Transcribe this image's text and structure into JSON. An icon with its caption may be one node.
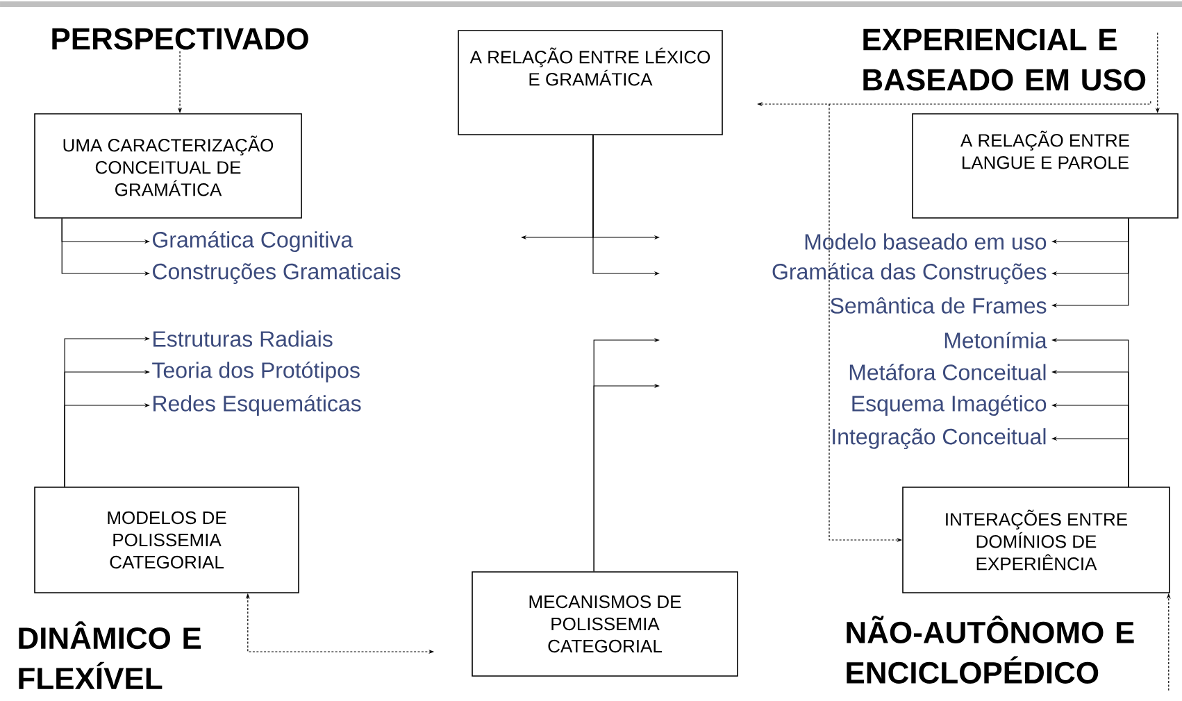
{
  "diagram": {
    "nodes": [
      {
        "text": [
          "PERSPECTIVADO"
        ]
      },
      {
        "text": [
          "UMA CARACTERIZAÇÃO CONCEITUAL DE GRAMÁTICA"
        ]
      },
      {
        "text": [
          "Gramática Cognitiva"
        ]
      },
      {
        "text": [
          "Construções Gramaticais"
        ]
      },
      {
        "text": [
          "A RELAÇÃO ENTRE LÉXICO E GRAMÁTICA"
        ]
      },
      {
        "text": [
          "EXPERIENCIAL E BASEADO EM USO"
        ]
      },
      {
        "text": [
          "A RELAÇÃO ENTRE LANGUE E PAROLE"
        ]
      },
      {
        "text": [
          "Modelo baseado em uso"
        ]
      },
      {
        "text": [
          "Gramática das Construções"
        ]
      },
      {
        "text": [
          "Semântica de Frames"
        ]
      },
      {
        "text": [
          "Estruturas Radiais"
        ]
      },
      {
        "text": [
          "Teoria dos Protótipos"
        ]
      },
      {
        "text": [
          "Redes Esquemáticas"
        ]
      },
      {
        "text": [
          "Metonímia"
        ]
      },
      {
        "text": [
          "Metáfora Conceitual"
        ]
      },
      {
        "text": [
          "Esquema Imagético"
        ]
      },
      {
        "text": [
          "Integração Conceitual"
        ]
      },
      {
        "text": [
          "MODELOS DE POLISSEMIA CATEGORIAL"
        ]
      },
      {
        "text": [
          "MECANISMOS DE POLISSEMIA CATEGORIAL"
        ]
      },
      {
        "text": [
          "INTERAÇÕES ENTRE DOMÍNIOS DE EXPERIÊNCIA"
        ]
      },
      {
        "text": [
          "DINÂMICO E FLEXÍVEL"
        ]
      },
      {
        "text": [
          "NÃO-AUTÔNOMO E ENCICLOPÉDICO"
        ]
      }
    ],
    "edges": [
      {
        "from": 0,
        "to": 1,
        "arrow": "to",
        "style": "dashed"
      },
      {
        "from": 1,
        "to": 2,
        "arrow": "to"
      },
      {
        "from": 1,
        "to": 3,
        "arrow": "to"
      },
      {
        "from": 4,
        "to": null,
        "arrow": "to"
      },
      {
        "from": 4,
        "to": null,
        "arrow": "to"
      },
      {
        "from": 4,
        "to": null,
        "arrow": "to"
      },
      {
        "from": 5,
        "to": 6,
        "arrow": "to",
        "style": "dashed"
      },
      {
        "from": 5,
        "to": null,
        "arrow": "to",
        "style": "dashed"
      },
      {
        "from": 5,
        "to": 19,
        "arrow": "to",
        "style": "dashed"
      },
      {
        "from": 6,
        "to": 7,
        "arrow": "to"
      },
      {
        "from": 6,
        "to": 8,
        "arrow": "to"
      },
      {
        "from": 6,
        "to": 9,
        "arrow": "to"
      },
      {
        "from": 17,
        "to": 10,
        "arrow": "to"
      },
      {
        "from": 17,
        "to": 11,
        "arrow": "to"
      },
      {
        "from": 17,
        "to": 12,
        "arrow": "to"
      },
      {
        "from": 18,
        "to": null,
        "arrow": "to"
      },
      {
        "from": 18,
        "to": null,
        "arrow": "to"
      },
      {
        "from": 19,
        "to": 13,
        "arrow": "to"
      },
      {
        "from": 19,
        "to": 14,
        "arrow": "to"
      },
      {
        "from": 19,
        "to": 15,
        "arrow": "to"
      },
      {
        "from": 19,
        "to": 16,
        "arrow": "to"
      },
      {
        "from": 17,
        "to": 18,
        "arrow": "both",
        "style": "dashed"
      },
      {
        "from": null,
        "to": 19,
        "arrow": "to",
        "style": "dashed"
      }
    ]
  }
}
